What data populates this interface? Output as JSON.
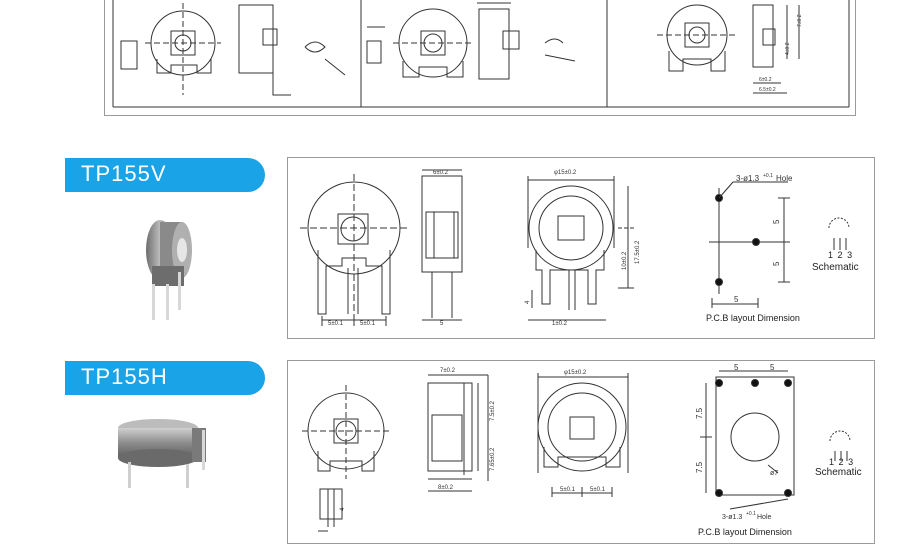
{
  "top_section": {
    "dims": [
      "4±0.2",
      "7±0.2",
      "6±0.2",
      "6.5±0.2"
    ]
  },
  "tp155v": {
    "title": "TP155V",
    "dims": {
      "width_side": "6±0.2",
      "diameter": "φ15±0.2",
      "hole_note": "3-ø1.3",
      "hole_tol": "+0.1",
      "hole_word": "Hole",
      "h1": "10±0.2",
      "h2": "17.5±0.2",
      "pin_len": "4",
      "pitch_a": "5±0.1",
      "pitch_b": "5±0.1",
      "side_pitch": "5",
      "bottom_pitch": "1±0.2",
      "pcb_v1": "5",
      "pcb_v2": "5",
      "pcb_h": "5"
    },
    "pcb_caption": "P.C.B layout Dimension",
    "schematic_label": "Schematic",
    "pins": [
      "1",
      "2",
      "3"
    ]
  },
  "tp155h": {
    "title": "TP155H",
    "dims": {
      "width_side": "7±0.2",
      "diameter": "φ15±0.2",
      "v1": "7.5±0.2",
      "v2": "7.65±0.2",
      "bottom_side": "8±0.2",
      "pin_len": "4",
      "pitch_a": "5±0.1",
      "pitch_b": "5±0.1",
      "pcb_top1": "5",
      "pcb_top2": "5",
      "pcb_v1": "7.5",
      "pcb_v2": "7.5",
      "center_hole": "ø7",
      "hole_note": "3-ø1.3",
      "hole_tol": "+0.1",
      "hole_word": "Hole"
    },
    "pcb_caption": "P.C.B layout Dimension",
    "schematic_label": "Schematic",
    "pins": [
      "1",
      "2",
      "3"
    ]
  }
}
